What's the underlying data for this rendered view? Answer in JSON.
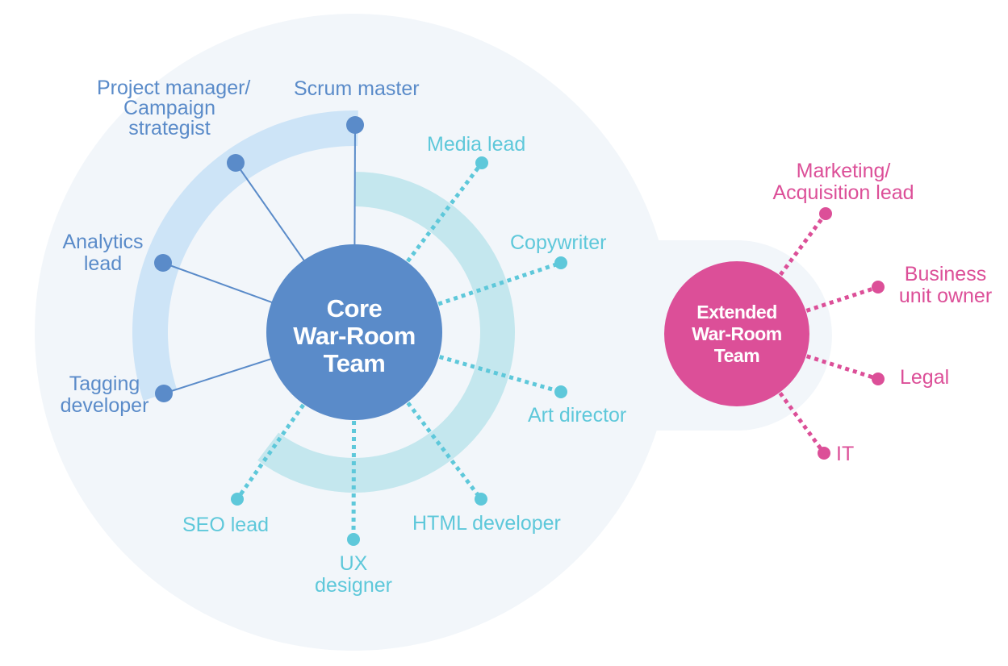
{
  "colors": {
    "background": "#ffffff",
    "zone": "#f2f6fa",
    "core_hub": "#5a8bc9",
    "core_arc": "#cde4f7",
    "teal": "#5ec8da",
    "teal_arc": "#c4e7ee",
    "pink": "#dc4f98"
  },
  "core_hub": {
    "lines": [
      "Core",
      "War-Room",
      "Team"
    ]
  },
  "extended_hub": {
    "lines": [
      "Extended",
      "War-Room",
      "Team"
    ]
  },
  "core_roles": [
    {
      "id": "scrum-master",
      "lines": [
        "Scrum master"
      ]
    },
    {
      "id": "project-manager",
      "lines": [
        "Project manager/",
        "Campaign",
        "strategist"
      ]
    },
    {
      "id": "analytics-lead",
      "lines": [
        "Analytics",
        "lead"
      ]
    },
    {
      "id": "tagging-developer",
      "lines": [
        "Tagging",
        "developer"
      ]
    }
  ],
  "support_roles": [
    {
      "id": "media-lead",
      "lines": [
        "Media lead"
      ]
    },
    {
      "id": "copywriter",
      "lines": [
        "Copywriter"
      ]
    },
    {
      "id": "art-director",
      "lines": [
        "Art director"
      ]
    },
    {
      "id": "html-developer",
      "lines": [
        "HTML developer"
      ]
    },
    {
      "id": "ux-designer",
      "lines": [
        "UX",
        "designer"
      ]
    },
    {
      "id": "seo-lead",
      "lines": [
        "SEO lead"
      ]
    }
  ],
  "extended_roles": [
    {
      "id": "marketing-lead",
      "lines": [
        "Marketing/",
        "Acquisition lead"
      ]
    },
    {
      "id": "business-unit-owner",
      "lines": [
        "Business",
        "unit owner"
      ]
    },
    {
      "id": "legal",
      "lines": [
        "Legal"
      ]
    },
    {
      "id": "it",
      "lines": [
        "IT"
      ]
    }
  ]
}
